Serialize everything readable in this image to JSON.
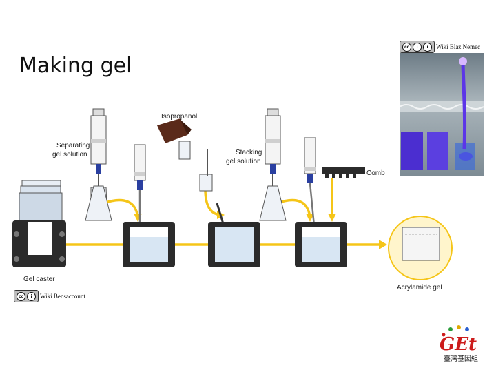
{
  "slide": {
    "title": "Making gel"
  },
  "credits": {
    "photo": "Wiki Blaz Nemec",
    "diagram": "Wiki Bensaccount",
    "cc_mark": "cc",
    "by_mark": "BY"
  },
  "diagram": {
    "labels": {
      "isopropanol": "Isopropanol",
      "separating_1": "Separating",
      "separating_2": "gel solution",
      "stacking_1": "Stacking",
      "stacking_2": "gel solution",
      "comb": "Comb",
      "gel_caster": "Gel caster",
      "acrylamide_gel": "Acrylamide gel"
    }
  },
  "logo": {
    "text": "GEt",
    "subtext": "臺灣基因組"
  },
  "colors": {
    "arrow": "#f5c518",
    "cell_dark": "#2b2b2b",
    "liquid": "#d8e6f3",
    "stopcock": "#2a3fa0",
    "gel_photo": "#5a3fd0",
    "logo_red": "#cc1b1b"
  },
  "icons": [
    "cc-icon",
    "attribution-icon",
    "separating-syringe-icon",
    "isopropanol-bottle-icon",
    "comb-icon"
  ]
}
